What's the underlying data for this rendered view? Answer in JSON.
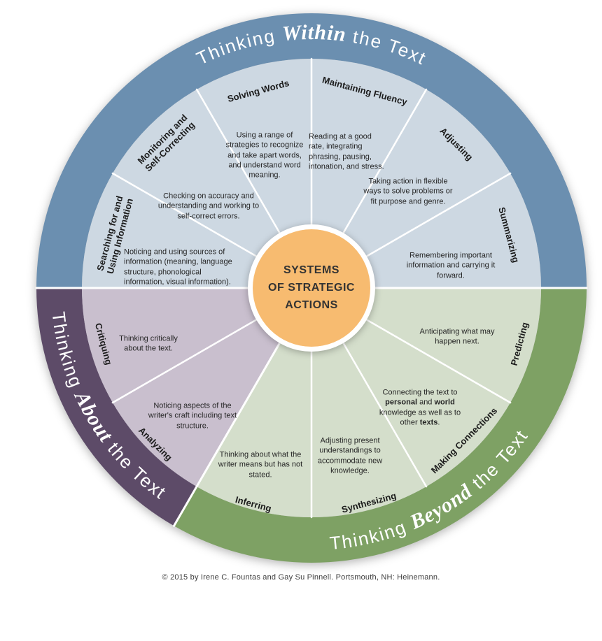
{
  "colors": {
    "ring_within": "#6b8fb0",
    "ring_about": "#5d4b68",
    "ring_beyond": "#7ea164",
    "pale_within": "#cdd8e2",
    "pale_about": "#c9bfce",
    "pale_beyond": "#d4decb",
    "center_fill": "#f7bb70"
  },
  "rings": {
    "within": {
      "parts": [
        "Thinking ",
        "Within",
        " the Text"
      ]
    },
    "about": {
      "parts": [
        "Thinking ",
        "About",
        " the Text"
      ]
    },
    "beyond": {
      "parts": [
        "Thinking ",
        "Beyond",
        " the Text"
      ]
    }
  },
  "center": {
    "lines": [
      "SYSTEMS",
      "OF STRATEGIC",
      "ACTIONS"
    ]
  },
  "sectors": {
    "solving_words": {
      "label": "Solving Words",
      "desc": "Using a range of strategies to recognize and take apart words, and understand word meaning."
    },
    "maintaining_fluency": {
      "label": "Maintaining Fluency",
      "desc": "Reading at a good rate, integrating phrasing, pausing, intonation, and stress."
    },
    "monitoring": {
      "label": "Monitoring and Self-Correcting",
      "desc": "Checking on accuracy and understanding and working to self-correct errors."
    },
    "adjusting": {
      "label": "Adjusting",
      "desc": "Taking action in flexible ways to solve problems or fit purpose and genre."
    },
    "searching": {
      "label": "Searching for and Using Information",
      "desc": "Noticing and using sources of information (meaning, language structure, phonological information, visual information)."
    },
    "summarizing": {
      "label": "Summarizing",
      "desc": "Remembering important information and carrying it forward."
    },
    "critiquing": {
      "label": "Critiquing",
      "desc": "Thinking critically about the text."
    },
    "analyzing": {
      "label": "Analyzing",
      "desc": "Noticing aspects of the writer's craft including text structure."
    },
    "inferring": {
      "label": "Inferring",
      "desc": "Thinking about what the writer means but has not stated."
    },
    "synthesizing": {
      "label": "Synthesizing",
      "desc": "Adjusting present understandings to accommodate new knowledge."
    },
    "making_connections": {
      "label": "Making Connections",
      "desc_parts": [
        "Connecting the text to ",
        "personal",
        " and ",
        "world",
        " knowledge as well as to other ",
        "texts",
        "."
      ]
    },
    "predicting": {
      "label": "Predicting",
      "desc": "Anticipating what may happen next."
    }
  },
  "footer": "© 2015 by Irene C. Fountas and Gay Su Pinnell. Portsmouth, NH: Heinemann."
}
